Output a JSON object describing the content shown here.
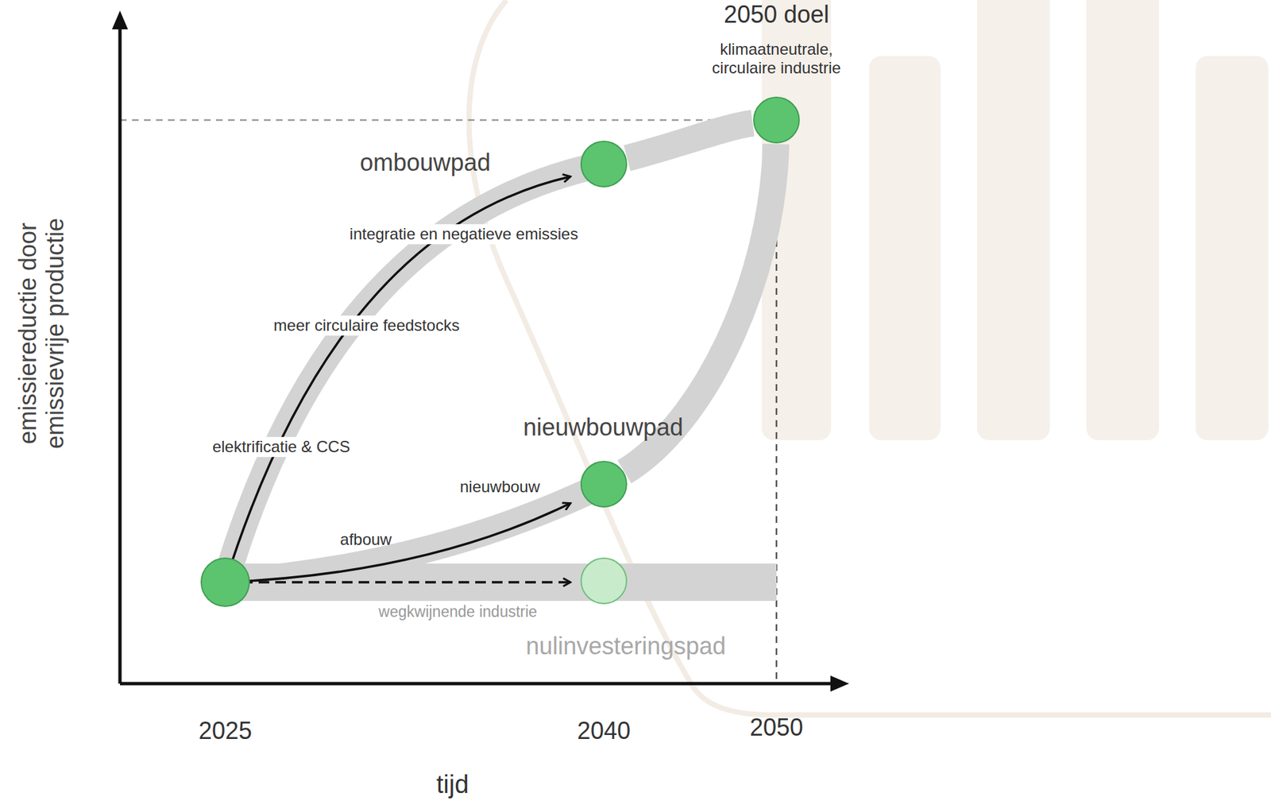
{
  "diagram": {
    "nodes": [
      {
        "text": [
          "2050 doel",
          "klimaatneutrale, circulaire industrie"
        ]
      },
      {
        "text": [
          "ombouwpad"
        ]
      },
      {
        "text": [
          "nieuwbouwpad"
        ]
      },
      {
        "text": [
          "nulinvesteringspad"
        ]
      }
    ],
    "edges": [
      {
        "from": 1,
        "to": 0,
        "arrow": "none"
      },
      {
        "from": 2,
        "to": 0,
        "arrow": "none"
      }
    ],
    "labels": [
      "emissiereductie door emissievrije productie",
      "elektrificatie & CCS",
      "meer circulaire feedstocks",
      "integratie en negatieve emissies",
      "afbouw",
      "nieuwbouw",
      "wegkwijnende industrie",
      "2025",
      "2040",
      "2050",
      "tijd"
    ]
  }
}
